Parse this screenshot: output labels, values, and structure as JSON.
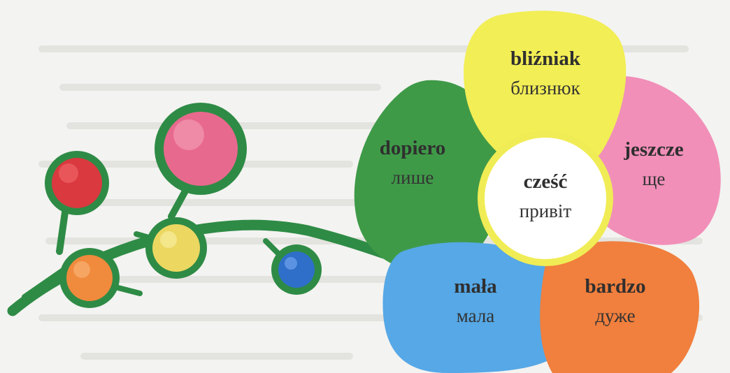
{
  "colors": {
    "background": "#f3f3f1",
    "stem": "#2e8b45",
    "petal_yellow": "#f2ee55",
    "petal_pink": "#f18fb8",
    "petal_orange": "#f17f3d",
    "petal_blue": "#56a8e6",
    "petal_green": "#3f9a48",
    "center_fill": "#ffffff",
    "center_ring": "#f0ec55"
  },
  "icons": [
    "stem-branch",
    "red-berry",
    "pink-berry",
    "orange-berry",
    "yellow-berry",
    "blue-berry"
  ],
  "flower": {
    "center": {
      "polish": "cześć",
      "ukrainian": "привіт"
    },
    "petals": {
      "top": {
        "polish": "bliźniak",
        "ukrainian": "близнюк"
      },
      "right": {
        "polish": "jeszcze",
        "ukrainian": "ще"
      },
      "bottom_right": {
        "polish": "bardzo",
        "ukrainian": "дуже"
      },
      "bottom_left": {
        "polish": "mała",
        "ukrainian": "мала"
      },
      "left": {
        "polish": "dopiero",
        "ukrainian": "лише"
      }
    }
  }
}
